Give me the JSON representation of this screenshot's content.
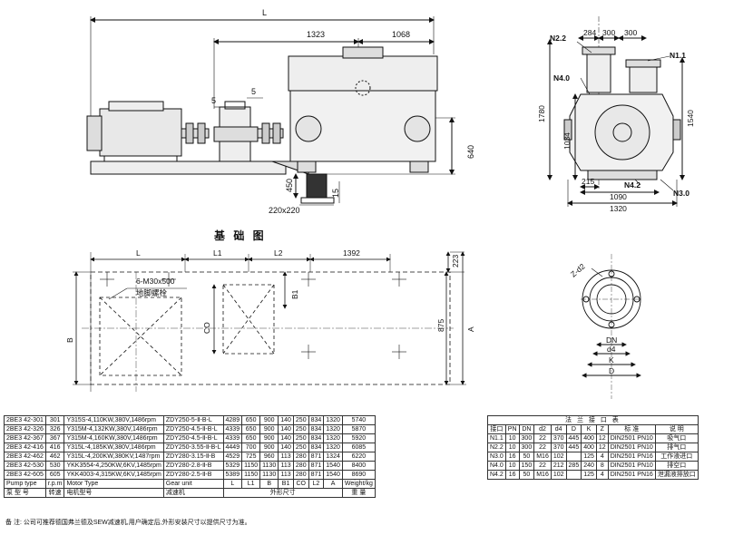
{
  "top_view": {
    "dim_L": "L",
    "dim_1323": "1323",
    "dim_1068": "1068",
    "dim_5a": "5",
    "dim_5b": "5",
    "dim_640": "640",
    "dim_450": "450",
    "dim_15": "15",
    "dim_220": "220x220"
  },
  "side_view": {
    "n22": "N2.2",
    "d284": "284",
    "d300a": "300",
    "d300b": "300",
    "n11": "N1.1",
    "n40": "N4.0",
    "d1780": "1780",
    "d1540": "1540",
    "d1034": "1034",
    "d215": "215",
    "n42": "N4.2",
    "n30": "N3.0",
    "d1090": "1090",
    "d1320": "1320"
  },
  "foundation": {
    "title": "基 础 图",
    "L": "L",
    "L1": "L1",
    "L2": "L2",
    "d1392": "1392",
    "d223": "223",
    "bolts": "6-M30x500",
    "bolts_cn": "地脚螺栓",
    "B1": "B1",
    "CO": "CO",
    "B": "B",
    "d875": "875",
    "A": "A"
  },
  "flange_view": {
    "zd": "Z-d2",
    "DN": "DN",
    "d4": "d4",
    "K": "K",
    "D": "D"
  },
  "model_table": {
    "rows": [
      [
        "2BE3 42-301",
        "301",
        "Y315S-4,110KW,380V,1486rpm",
        "ZDY250-5-Ⅱ-B-L",
        "4289",
        "650",
        "900",
        "140",
        "250",
        "834",
        "1320",
        "5740"
      ],
      [
        "2BE3 42-326",
        "326",
        "Y315M-4,132KW,380V,1486rpm",
        "ZDY250-4.5-Ⅱ-B-L",
        "4339",
        "650",
        "900",
        "140",
        "250",
        "834",
        "1320",
        "5870"
      ],
      [
        "2BE3 42-367",
        "367",
        "Y315M-4,160KW,380V,1486rpm",
        "ZDY250-4.5-Ⅱ-B-L",
        "4339",
        "650",
        "900",
        "140",
        "250",
        "834",
        "1320",
        "5920"
      ],
      [
        "2BE3 42-416",
        "416",
        "Y315L-4,185KW,380V,1486rpm",
        "ZDY250-3.55-Ⅱ-B-L",
        "4449",
        "700",
        "900",
        "140",
        "250",
        "834",
        "1320",
        "6085"
      ],
      [
        "2BE3 42-462",
        "462",
        "Y315L-4,200KW,380KV,1487rpm",
        "ZDY280-3.15-Ⅱ-B",
        "4529",
        "725",
        "960",
        "113",
        "280",
        "871",
        "1324",
        "6220"
      ],
      [
        "2BE3 42-530",
        "530",
        "YKK3554-4,250KW,6KV,1485rpm",
        "ZDY280-2.8-Ⅱ-B",
        "5329",
        "1150",
        "1130",
        "113",
        "280",
        "871",
        "1540",
        "8400"
      ],
      [
        "2BE3 42-605",
        "605",
        "YKK4003-4,315KW,6KV,1485rpm",
        "ZDY280-2.5-Ⅱ-B",
        "5389",
        "1150",
        "1130",
        "113",
        "280",
        "871",
        "1540",
        "8690"
      ]
    ],
    "header_en": [
      "Pump type",
      "r.p.m",
      "Motor Type",
      "Gear unit",
      "L",
      "L1",
      "B",
      "B1",
      "CO",
      "L2",
      "A",
      "Weight/kg"
    ],
    "header_cn": [
      "泵 型 号",
      "转速",
      "电机型号",
      "减速机",
      "外形尺寸",
      "重 量"
    ],
    "note": "备  注: 公司可推荐德国弗兰德及SEW减速机,用户确定后,外形安装尺寸以提供尺寸为准。"
  },
  "flange_table": {
    "title": "法 兰 接 口 表",
    "headers": [
      "接口",
      "PN",
      "DN",
      "d2",
      "d4",
      "D",
      "K",
      "Z",
      "标 准",
      "说 明"
    ],
    "rows": [
      [
        "N1.1",
        "10",
        "300",
        "22",
        "370",
        "445",
        "400",
        "12",
        "DIN2501 PN10",
        "吸气口"
      ],
      [
        "N2.2",
        "10",
        "300",
        "22",
        "370",
        "445",
        "400",
        "12",
        "DIN2501 PN10",
        "排气口"
      ],
      [
        "N3.0",
        "16",
        "50",
        "M16",
        "102",
        "",
        "125",
        "4",
        "DIN2501 PN16",
        "工作液进口"
      ],
      [
        "N4.0",
        "10",
        "150",
        "22",
        "212",
        "285",
        "240",
        "8",
        "DIN2501 PN10",
        "排空口"
      ],
      [
        "N4.2",
        "16",
        "50",
        "M16",
        "102",
        "",
        "125",
        "4",
        "DIN2501 PN16",
        "泄漏液排放口"
      ]
    ]
  }
}
